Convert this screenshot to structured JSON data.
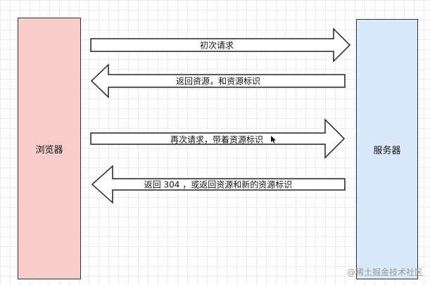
{
  "nodes": {
    "browser": "浏览器",
    "server": "服务器"
  },
  "arrows": [
    {
      "label": "初次请求",
      "direction": "right"
    },
    {
      "label": "返回资源，和资源标识",
      "direction": "left"
    },
    {
      "label": "再次请求，带着资源标识",
      "direction": "right"
    },
    {
      "label": "返回 304 ，或返回资源和新的资源标识",
      "direction": "left"
    }
  ],
  "watermark": "@稀土掘金技术社区",
  "colors": {
    "browser_fill": "#f8cecc",
    "server_fill": "#dae8fc",
    "stroke": "#333333"
  },
  "icons": [
    "mouse-cursor-icon"
  ]
}
